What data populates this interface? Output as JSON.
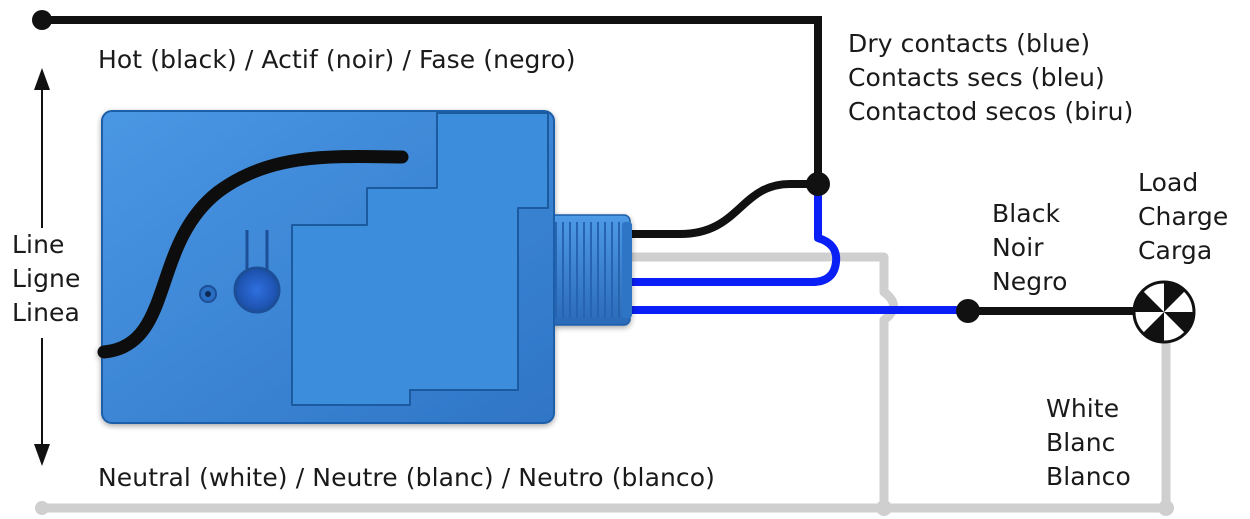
{
  "labels": {
    "hot": "Hot (black) / Actif (noir) / Fase (negro)",
    "neutral": "Neutral (white) / Neutre (blanc) /  Neutro (blanco)",
    "line": [
      "Line",
      "Ligne",
      "Linea"
    ],
    "dry_contacts": [
      "Dry contacts (blue)",
      "Contacts secs (bleu)",
      "Contactod secos (biru)"
    ],
    "black": [
      "Black",
      "Noir",
      "Negro"
    ],
    "load": [
      "Load",
      "Charge",
      "Carga"
    ],
    "white": [
      "White",
      "Blanc",
      "Blanco"
    ]
  },
  "colors": {
    "hot_wire": "#111111",
    "neutral_wire": "#cfcfcf",
    "dry_contact_wire": "#0a1ff5",
    "device_body": "#3a86d8",
    "device_edge": "#1f5fa8",
    "text": "#1a1a1a"
  },
  "icons": {
    "load_symbol": "lamp-icon",
    "line_arrow": "double-arrow-icon"
  }
}
